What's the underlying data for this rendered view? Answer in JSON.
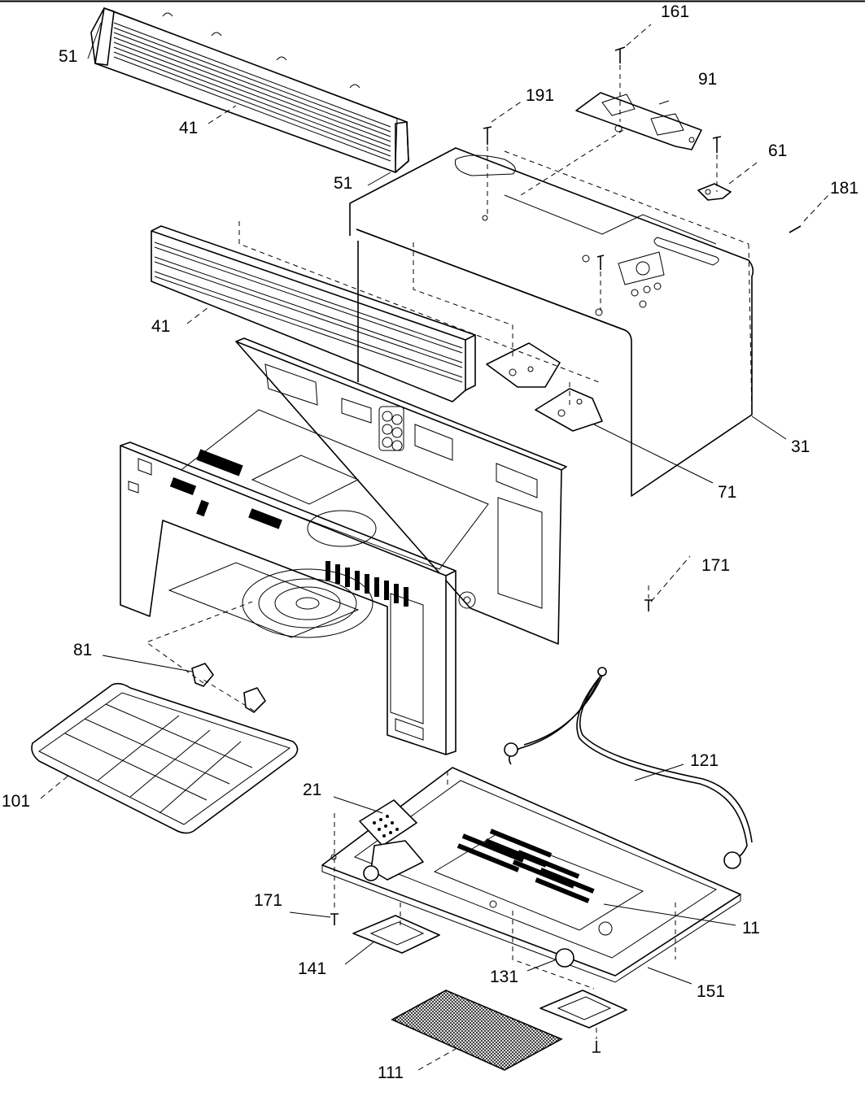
{
  "diagram": {
    "callouts": {
      "p11": "11",
      "p21": "21",
      "p31": "31",
      "p41a": "41",
      "p41b": "41",
      "p51a": "51",
      "p51b": "51",
      "p61": "61",
      "p71": "71",
      "p81": "81",
      "p91": "91",
      "p101": "101",
      "p111": "111",
      "p121": "121",
      "p131": "131",
      "p141": "141",
      "p151": "151",
      "p161": "161",
      "p171a": "171",
      "p171b": "171",
      "p181": "181",
      "p191": "191"
    }
  }
}
